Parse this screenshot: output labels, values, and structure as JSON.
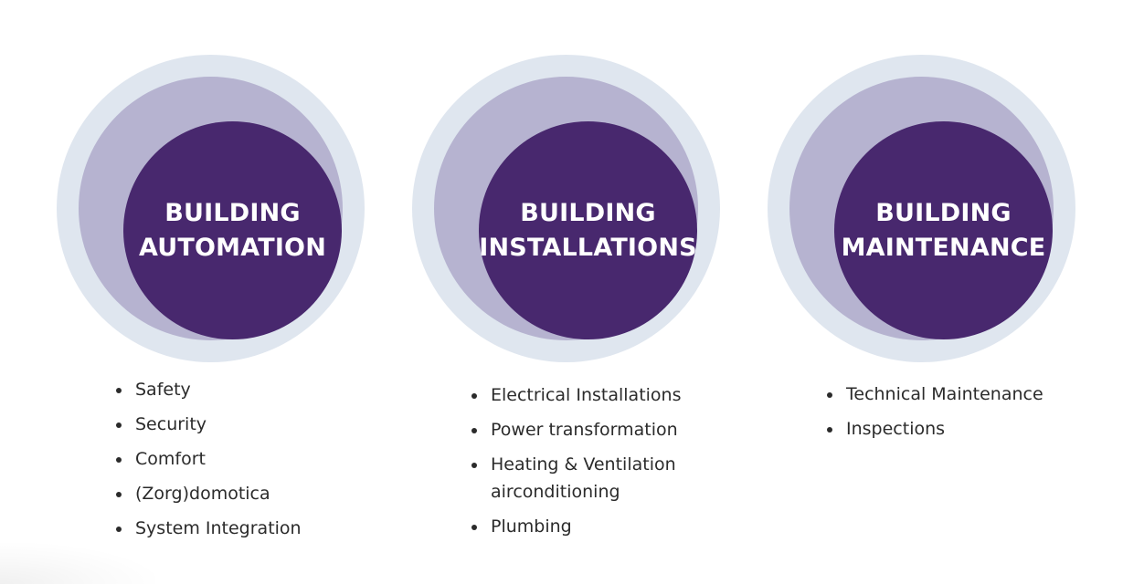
{
  "services": [
    {
      "title": [
        "BUILDING",
        "AUTOMATION"
      ],
      "items": [
        "Safety",
        "Security",
        "Comfort",
        "(Zorg)domotica",
        "System Integration"
      ]
    },
    {
      "title": [
        "BUILDING",
        "INSTALLATIONS"
      ],
      "items": [
        "Electrical Installations",
        "Power transformation",
        "Heating & Ventilation",
        "airconditioning",
        "Plumbing"
      ]
    },
    {
      "title": [
        "BUILDING",
        "MAINTENANCE"
      ],
      "items": [
        "Technical Maintenance",
        "Inspections"
      ]
    }
  ],
  "colors": {
    "core": "#48286e",
    "middle_ring": "#b6b3d0",
    "outer_ring": "#dfe6ef",
    "text": "#2b2b2b"
  }
}
